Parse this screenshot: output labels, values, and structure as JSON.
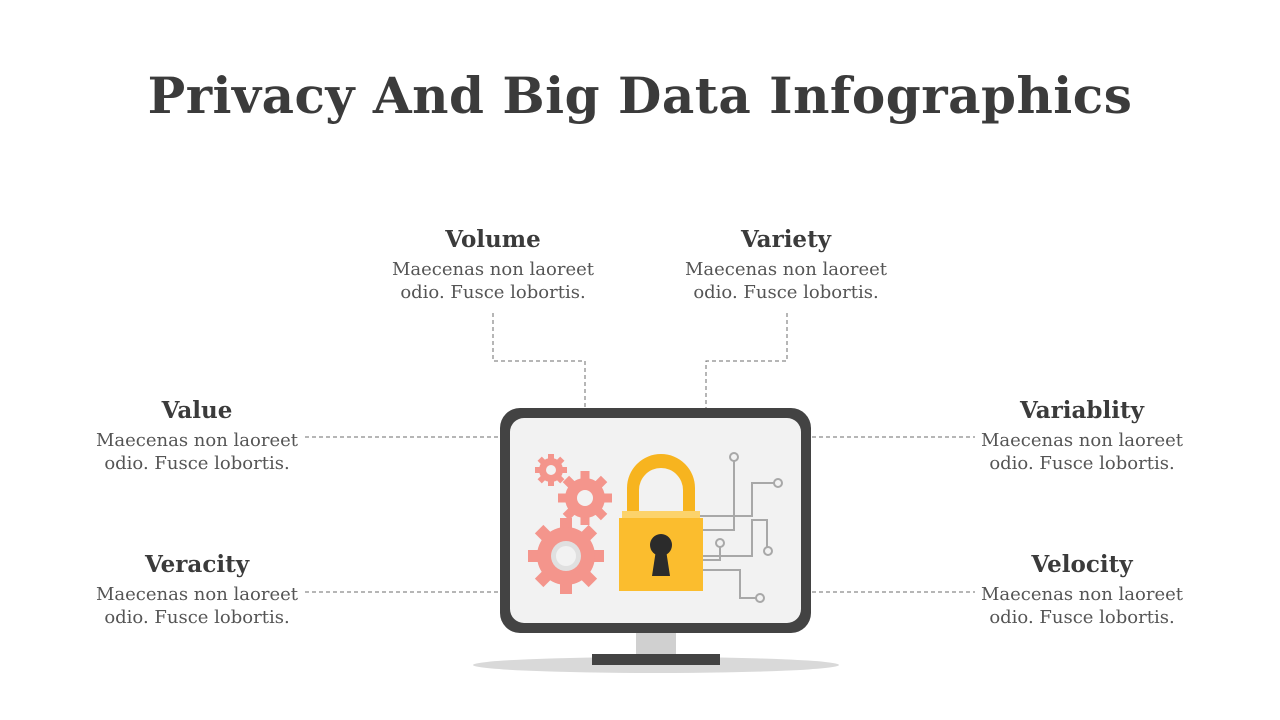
{
  "title": "Privacy And Big Data Infographics",
  "items": {
    "volume": {
      "label": "Volume",
      "desc_line1": "Maecenas non laoreet",
      "desc_line2": "odio. Fusce lobortis."
    },
    "variety": {
      "label": "Variety",
      "desc_line1": "Maecenas non laoreet",
      "desc_line2": "odio. Fusce lobortis."
    },
    "value": {
      "label": "Value",
      "desc_line1": "Maecenas non laoreet",
      "desc_line2": "odio. Fusce lobortis."
    },
    "veracity": {
      "label": "Veracity",
      "desc_line1": "Maecenas non laoreet",
      "desc_line2": "odio. Fusce lobortis."
    },
    "variablity": {
      "label": "Variablity",
      "desc_line1": "Maecenas non laoreet",
      "desc_line2": "odio. Fusce lobortis."
    },
    "velocity": {
      "label": "Velocity",
      "desc_line1": "Maecenas non laoreet",
      "desc_line2": "odio. Fusce lobortis."
    }
  },
  "icons": {
    "center": "computer-monitor-icon",
    "lock": "padlock-icon",
    "gears": "gear-icon",
    "circuit": "circuit-icon"
  },
  "colors": {
    "title": "#3b3b3b",
    "monitor_frame": "#434343",
    "screen": "#f2f2f2",
    "gear": "#f4958c",
    "lock": "#fbbd2e",
    "lock_shackle": "#f7b41f",
    "circuit": "#a8a8a8",
    "connector": "#6e6e6e"
  }
}
